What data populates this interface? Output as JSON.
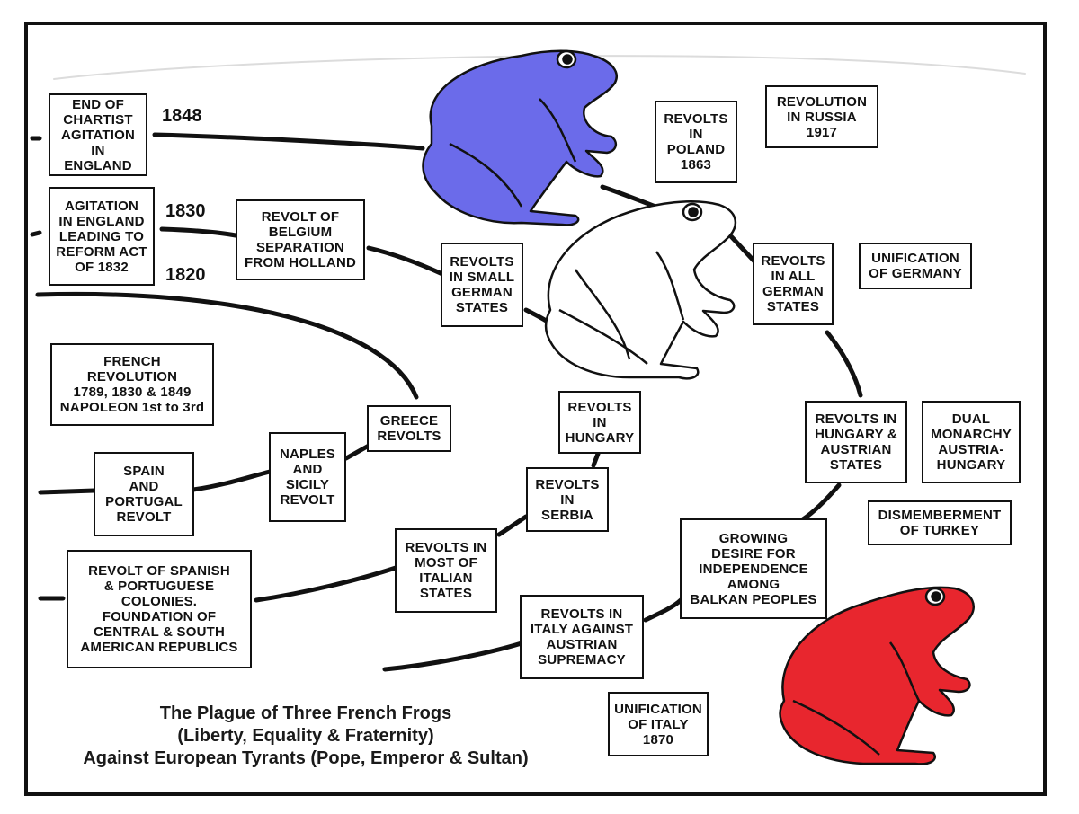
{
  "years": {
    "y1848": "1848",
    "y1830": "1830",
    "y1820": "1820"
  },
  "boxes": {
    "chartist": "END OF\nCHARTIST\nAGITATION\nIN ENGLAND",
    "reform": "AGITATION\nIN ENGLAND\nLEADING TO\nREFORM ACT\nOF 1832",
    "belgium": "REVOLT OF\nBELGIUM\nSEPARATION\nFROM HOLLAND",
    "small_german": "REVOLTS\nIN SMALL\nGERMAN\nSTATES",
    "poland": "REVOLTS\nIN\nPOLAND\n1863",
    "russia": "REVOLUTION\nIN RUSSIA\n1917",
    "all_german": "REVOLTS\nIN ALL\nGERMAN\nSTATES",
    "unification_germany": "UNIFICATION\nOF GERMANY",
    "french_revolution": "FRENCH\nREVOLUTION\n1789, 1830 & 1849\nNAPOLEON 1st to 3rd",
    "greece": "GREECE\nREVOLTS",
    "hungary": "REVOLTS\nIN\nHUNGARY",
    "hungary_austrian": "REVOLTS IN\nHUNGARY &\nAUSTRIAN\nSTATES",
    "dual_monarchy": "DUAL\nMONARCHY\nAUSTRIA-\nHUNGARY",
    "spain_portugal": "SPAIN\nAND\nPORTUGAL\nREVOLT",
    "naples": "NAPLES\nAND\nSICILY\nREVOLT",
    "serbia": "REVOLTS\nIN\nSERBIA",
    "turkey": "DISMEMBERMENT\nOF TURKEY",
    "colonies": "REVOLT OF SPANISH\n& PORTUGUESE\nCOLONIES.\nFOUNDATION OF\nCENTRAL & SOUTH\nAMERICAN REPUBLICS",
    "italian_states": "REVOLTS IN\nMOST OF\nITALIAN\nSTATES",
    "balkan": "GROWING\nDESIRE FOR\nINDEPENDENCE\nAMONG\nBALKAN PEOPLES",
    "italy_austrian": "REVOLTS IN\nITALY AGAINST\nAUSTRIAN\nSUPREMACY",
    "unification_italy": "UNIFICATION\nOF ITALY\n1870"
  },
  "caption": {
    "line1": "The Plague of Three French Frogs",
    "line2": "(Liberty, Equality & Fraternity)",
    "line3": "Against European Tyrants (Pope, Emperor & Sultan)"
  },
  "colors": {
    "blue_frog": "#6b6bea",
    "white_frog": "#ffffff",
    "red_frog": "#e8262e",
    "ink": "#111111"
  }
}
